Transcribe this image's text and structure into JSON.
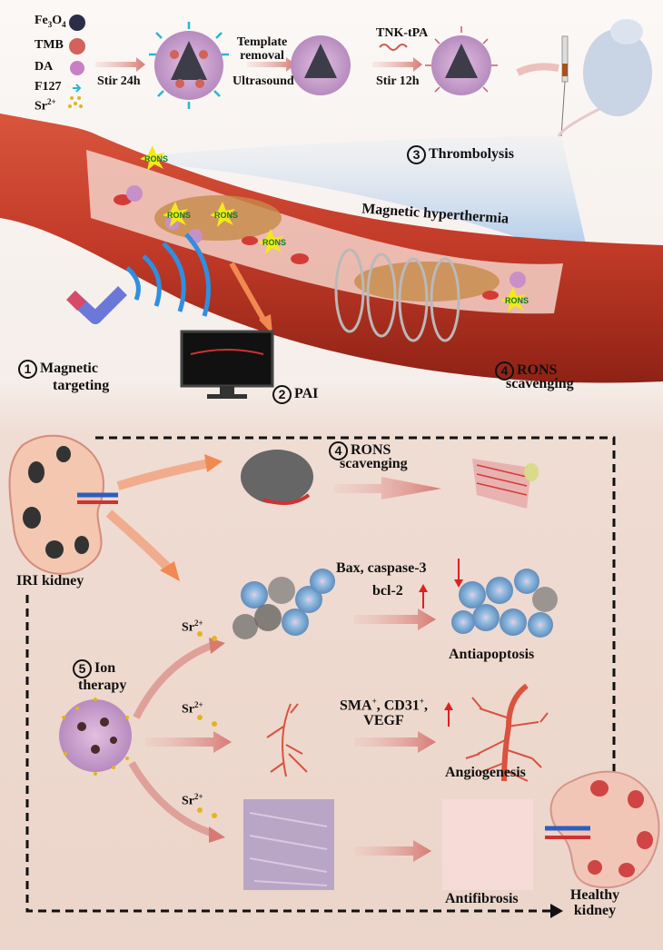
{
  "legend": {
    "items": [
      {
        "label": "Fe",
        "sub": "3",
        "label2": "O",
        "sub2": "4",
        "icon": "fe3o4-sphere-icon",
        "color": "#2b2c45"
      },
      {
        "label": "TMB",
        "icon": "tmb-sphere-icon",
        "color": "#d2625a"
      },
      {
        "label": "DA",
        "icon": "da-sphere-icon",
        "color": "#c87fc4"
      },
      {
        "label": "F127",
        "icon": "f127-chain-icon",
        "color": "#29b6d6"
      },
      {
        "label": "Sr",
        "sup": "2+",
        "icon": "sr-ion-dots-icon",
        "color": "#e3b51b"
      }
    ]
  },
  "synthesis": {
    "step1": {
      "below": "Stir 24h"
    },
    "step2": {
      "above_line1": "Template",
      "above_line2": "removal",
      "below": "Ultrasound"
    },
    "step3": {
      "above": "TNK-tPA",
      "below": "Stir 12h"
    }
  },
  "vessel": {
    "thrombolysis": {
      "num": "3",
      "label": "Thrombolysis"
    },
    "hyperthermia": "Magnetic hyperthermia",
    "magnetic_targeting": {
      "num": "1",
      "line1": "Magnetic",
      "line2": "targeting"
    },
    "pai": {
      "num": "2",
      "label": "PAI"
    },
    "rons_scavenging": {
      "num": "4",
      "line1": "RONS",
      "line2": "scavenging"
    },
    "rons_badge": "RONS"
  },
  "kidney": {
    "iri_label": "IRI kidney",
    "rons_scavenging": {
      "num": "4",
      "line1": "RONS",
      "line2": "scavenging"
    },
    "apoptosis": {
      "line1": "Bax, caspase-3",
      "line2": "bcl-2",
      "result": "Antiapoptosis"
    },
    "ion_therapy": {
      "num": "5",
      "line1": "Ion",
      "line2": "therapy"
    },
    "sr_label": "Sr",
    "sr_sup": "2+",
    "angio": {
      "line1": "SMA",
      "sup1": "+",
      "mid": ", CD31",
      "sup2": "+",
      "tail": ",",
      "line2": "VEGF",
      "result": "Angiogenesis"
    },
    "fibrosis_result": "Antifibrosis",
    "healthy": {
      "line1": "Healthy",
      "line2": "kidney"
    }
  },
  "colors": {
    "vessel": "#c8412e",
    "arrow": "#d98a85",
    "up_down_arrow": "#e02020",
    "wave": "#2f8fe0"
  }
}
